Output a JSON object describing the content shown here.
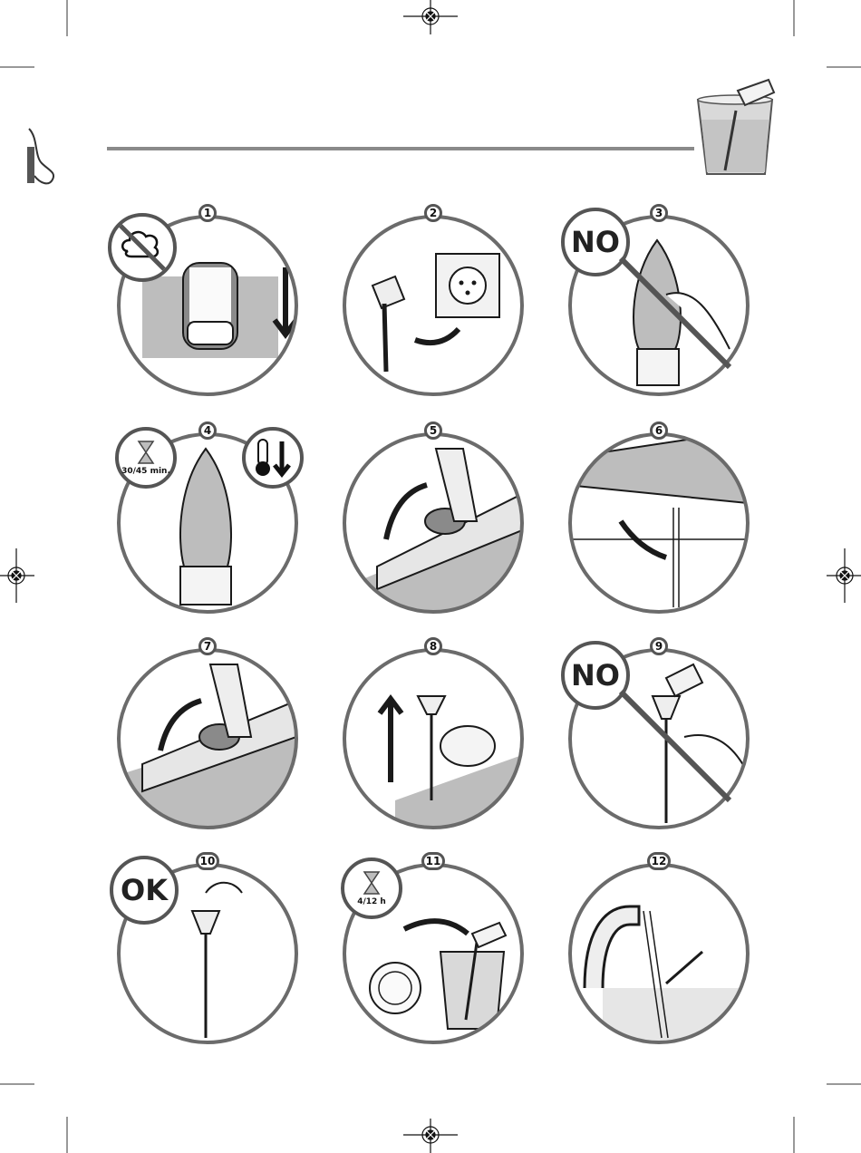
{
  "steps": [
    {
      "number": "1"
    },
    {
      "number": "2"
    },
    {
      "number": "3",
      "badge": "NO"
    },
    {
      "number": "4",
      "timer": "30/45 min."
    },
    {
      "number": "5"
    },
    {
      "number": "6"
    },
    {
      "number": "7"
    },
    {
      "number": "8"
    },
    {
      "number": "9",
      "badge": "NO"
    },
    {
      "number": "10",
      "badge": "OK"
    },
    {
      "number": "11",
      "timer": "4/12 h"
    },
    {
      "number": "12"
    }
  ],
  "colors": {
    "outline": "#6b6b6b",
    "fill_light": "#e6e6e6",
    "fill_mid": "#bdbdbd",
    "fill_dark": "#8a8a8a",
    "ink": "#1a1a1a"
  },
  "icons": [
    "registration-mark-icon",
    "steam-off-icon",
    "arrow-down-icon",
    "thermometer-down-icon",
    "hourglass-icon",
    "glass-with-valve-icon"
  ]
}
